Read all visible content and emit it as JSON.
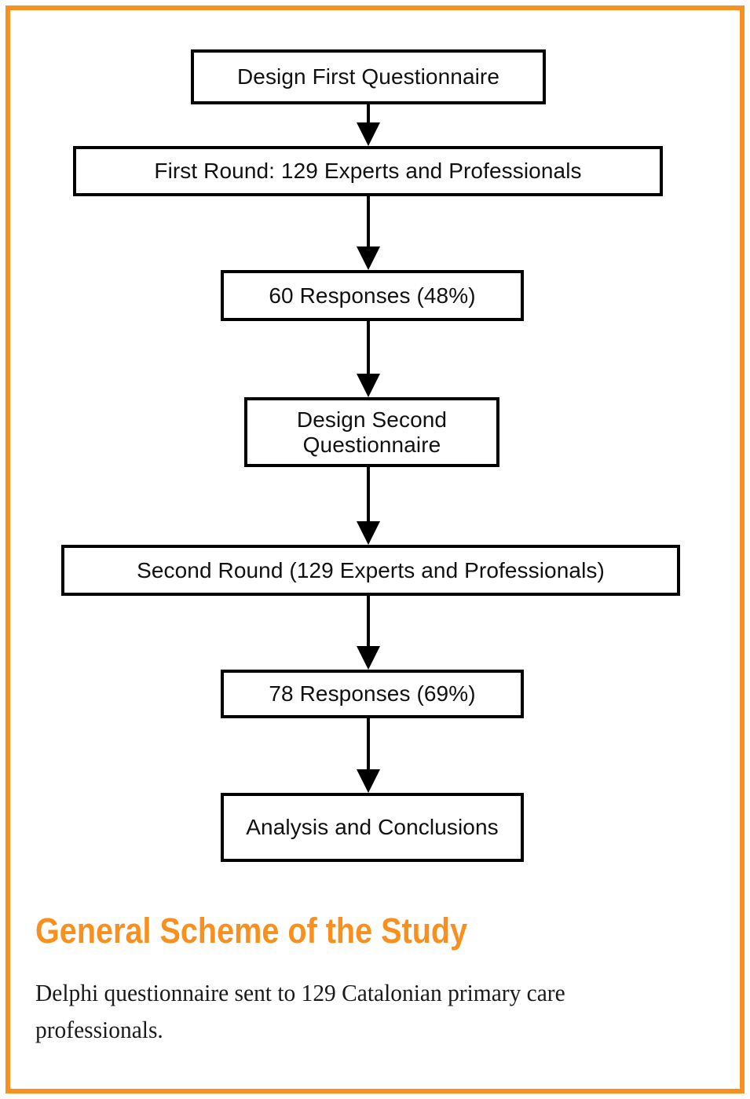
{
  "figure": {
    "accent_color": "#F7901E",
    "border_color": "#F7901E",
    "node_border_color": "#000000",
    "background_color": "#FFFFFF",
    "caption_title": "General Scheme of the Study",
    "caption_text": "Delphi questionnaire sent to 129 Catalonian primary care professionals."
  },
  "flowchart": {
    "type": "flow-diagram",
    "orientation": "top-to-bottom",
    "nodes": [
      {
        "id": "design-first",
        "label": "Design First Questionnaire"
      },
      {
        "id": "first-round",
        "label": "First Round: 129 Experts and Professionals"
      },
      {
        "id": "responses-1",
        "label": "60 Responses (48%)"
      },
      {
        "id": "design-second",
        "label": "Design Second\nQuestionnaire"
      },
      {
        "id": "second-round",
        "label": "Second Round (129 Experts and Professionals)"
      },
      {
        "id": "responses-2",
        "label": "78 Responses (69%)"
      },
      {
        "id": "analysis",
        "label": "Analysis and Conclusions"
      }
    ],
    "edges": [
      {
        "from": "design-first",
        "to": "first-round"
      },
      {
        "from": "first-round",
        "to": "responses-1"
      },
      {
        "from": "responses-1",
        "to": "design-second"
      },
      {
        "from": "design-second",
        "to": "second-round"
      },
      {
        "from": "second-round",
        "to": "responses-2"
      },
      {
        "from": "responses-2",
        "to": "analysis"
      }
    ]
  }
}
